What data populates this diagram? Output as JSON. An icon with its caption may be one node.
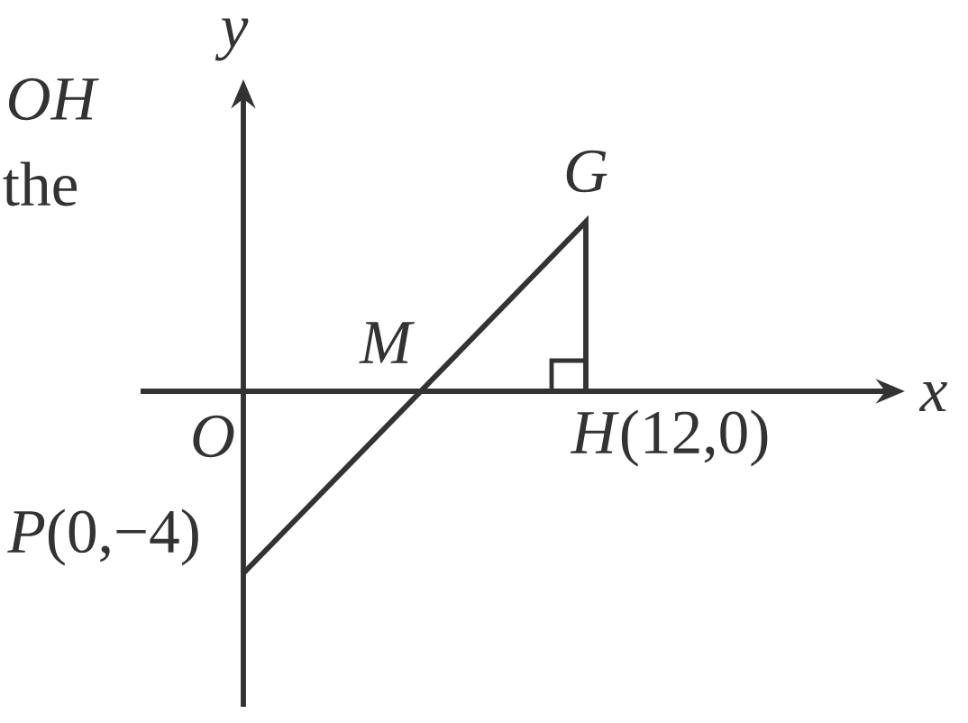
{
  "diagram": {
    "labels": [
      "*OH*",
      "the",
      "y",
      "G",
      "M",
      "x",
      "O",
      "*H*(12,0)",
      "*P*(0,−4)"
    ]
  }
}
